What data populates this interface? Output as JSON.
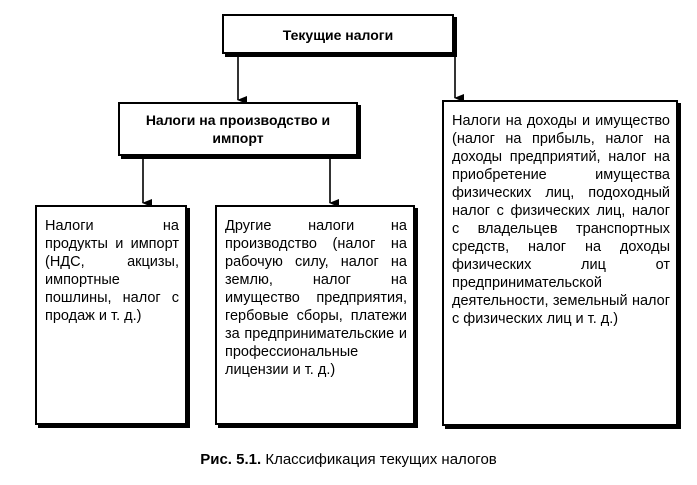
{
  "top_box": {
    "label": "Текущие налоги"
  },
  "mid_box": {
    "label": "Налоги на производство и импорт"
  },
  "box_a": {
    "text": "Налоги на продукты и импорт (НДС, акцизы, импортные пошлины, налог с продаж и т. д.)"
  },
  "box_b": {
    "text": "Другие налоги на производство (налог на рабочую силу, налог на землю, налог на имущество предприятия, гербовые сборы, платежи за предпринимательские и профессиональные лицензии и т. д.)"
  },
  "box_c": {
    "text": "Налоги на доходы и имущество (налог на прибыль, налог на доходы предприятий, налог на приобретение имущества физических лиц, подоходный налог с физических лиц, налог с владельцев транспортных средств, налог на доходы физических лиц от предпринимательской деятельности, земельный налог с физических лиц и т. д.)"
  },
  "caption": {
    "number": "Рис. 5.1.",
    "title": "Классификация текущих налогов"
  }
}
